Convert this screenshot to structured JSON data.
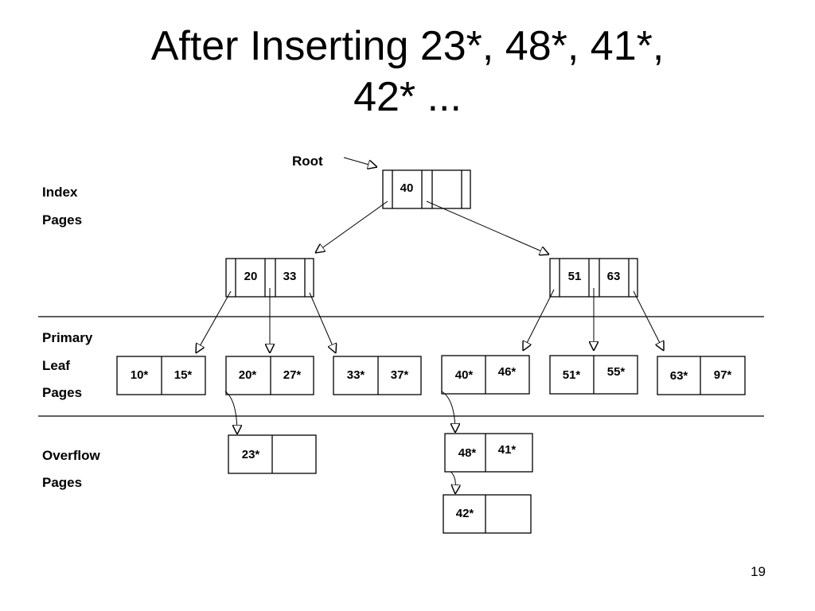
{
  "title": {
    "line1": "After Inserting 23*, 48*, 41*,",
    "line2": "42* ..."
  },
  "root_label": "Root",
  "side_labels": {
    "index": [
      "Index",
      "Pages"
    ],
    "primary_leaf": [
      "Primary",
      "Leaf",
      "Pages"
    ],
    "overflow": [
      "Overflow",
      "Pages"
    ]
  },
  "index_nodes": {
    "root": {
      "keys": [
        "40"
      ]
    },
    "left": {
      "keys": [
        "20",
        "33"
      ]
    },
    "right": {
      "keys": [
        "51",
        "63"
      ]
    }
  },
  "leaf_pages": [
    {
      "entries": [
        "10*",
        "15*"
      ]
    },
    {
      "entries": [
        "20*",
        "27*"
      ]
    },
    {
      "entries": [
        "33*",
        "37*"
      ]
    },
    {
      "entries": [
        "40*",
        "46*"
      ]
    },
    {
      "entries": [
        "51*",
        "55*"
      ]
    },
    {
      "entries": [
        "63*",
        "97*"
      ]
    }
  ],
  "overflow_pages": [
    {
      "entries": [
        "23*",
        ""
      ]
    },
    {
      "entries": [
        "48*",
        "41*"
      ]
    },
    {
      "entries": [
        "42*",
        ""
      ]
    }
  ],
  "page_number": "19"
}
